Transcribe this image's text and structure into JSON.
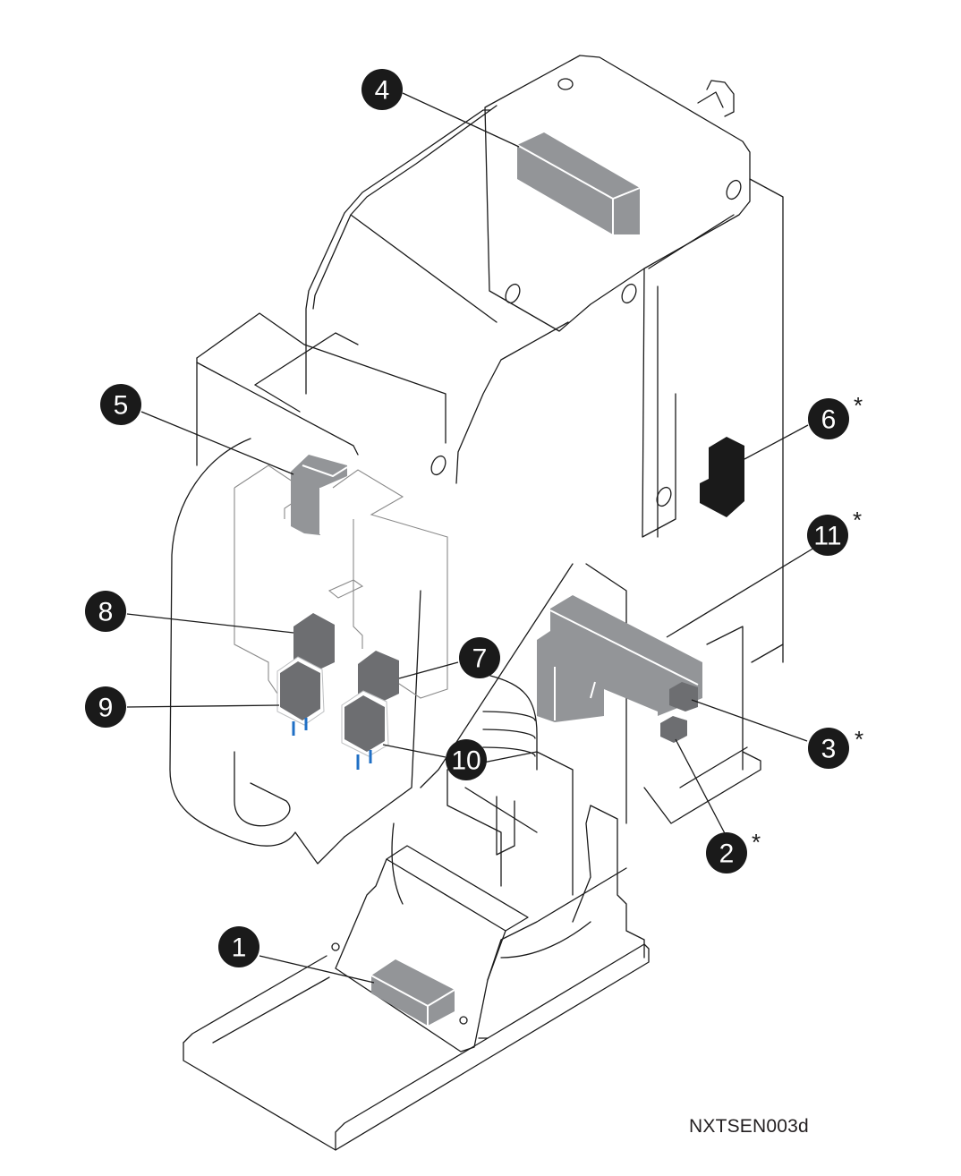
{
  "diagram": {
    "reference_code": "NXTSEN003d",
    "colors": {
      "light_component": "#939598",
      "dark_component": "#6d6e71",
      "black_component": "#1a1a1a",
      "pin_blue": "#1f6fc5",
      "line": "#1a1a1a"
    },
    "callouts": [
      {
        "number": "1",
        "asterisk": ""
      },
      {
        "number": "2",
        "asterisk": "*"
      },
      {
        "number": "3",
        "asterisk": "*"
      },
      {
        "number": "4",
        "asterisk": ""
      },
      {
        "number": "5",
        "asterisk": ""
      },
      {
        "number": "6",
        "asterisk": "*"
      },
      {
        "number": "7",
        "asterisk": ""
      },
      {
        "number": "8",
        "asterisk": ""
      },
      {
        "number": "9",
        "asterisk": ""
      },
      {
        "number": "10",
        "asterisk": ""
      },
      {
        "number": "11",
        "asterisk": "*"
      }
    ]
  }
}
